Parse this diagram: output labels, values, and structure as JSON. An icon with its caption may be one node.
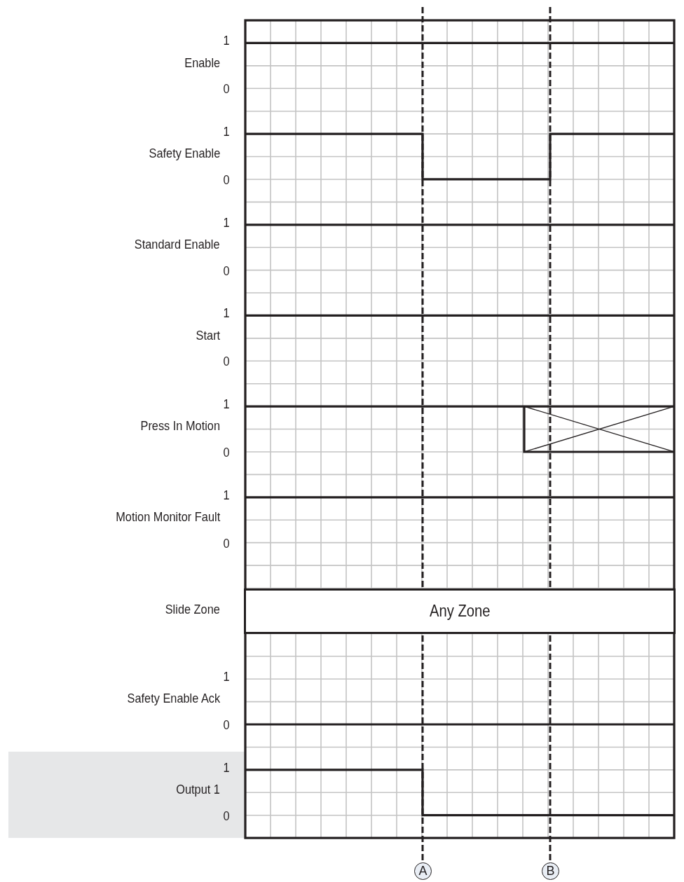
{
  "diagram": {
    "nodes": [
      {
        "text": [
          "Any Zone"
        ]
      },
      {
        "text": [
          "A"
        ]
      },
      {
        "text": [
          "B"
        ]
      }
    ],
    "labels": [
      "1",
      "Enable",
      "0",
      "1",
      "Safety Enable",
      "0",
      "1",
      "Standard Enable",
      "0",
      "1",
      "Start",
      "0",
      "1",
      "Press In Motion",
      "0",
      "1",
      "Motion Monitor Fault",
      "0",
      "Slide Zone",
      "1",
      "Safety Enable Ack",
      "0",
      "1",
      "Output 1",
      "0"
    ]
  }
}
